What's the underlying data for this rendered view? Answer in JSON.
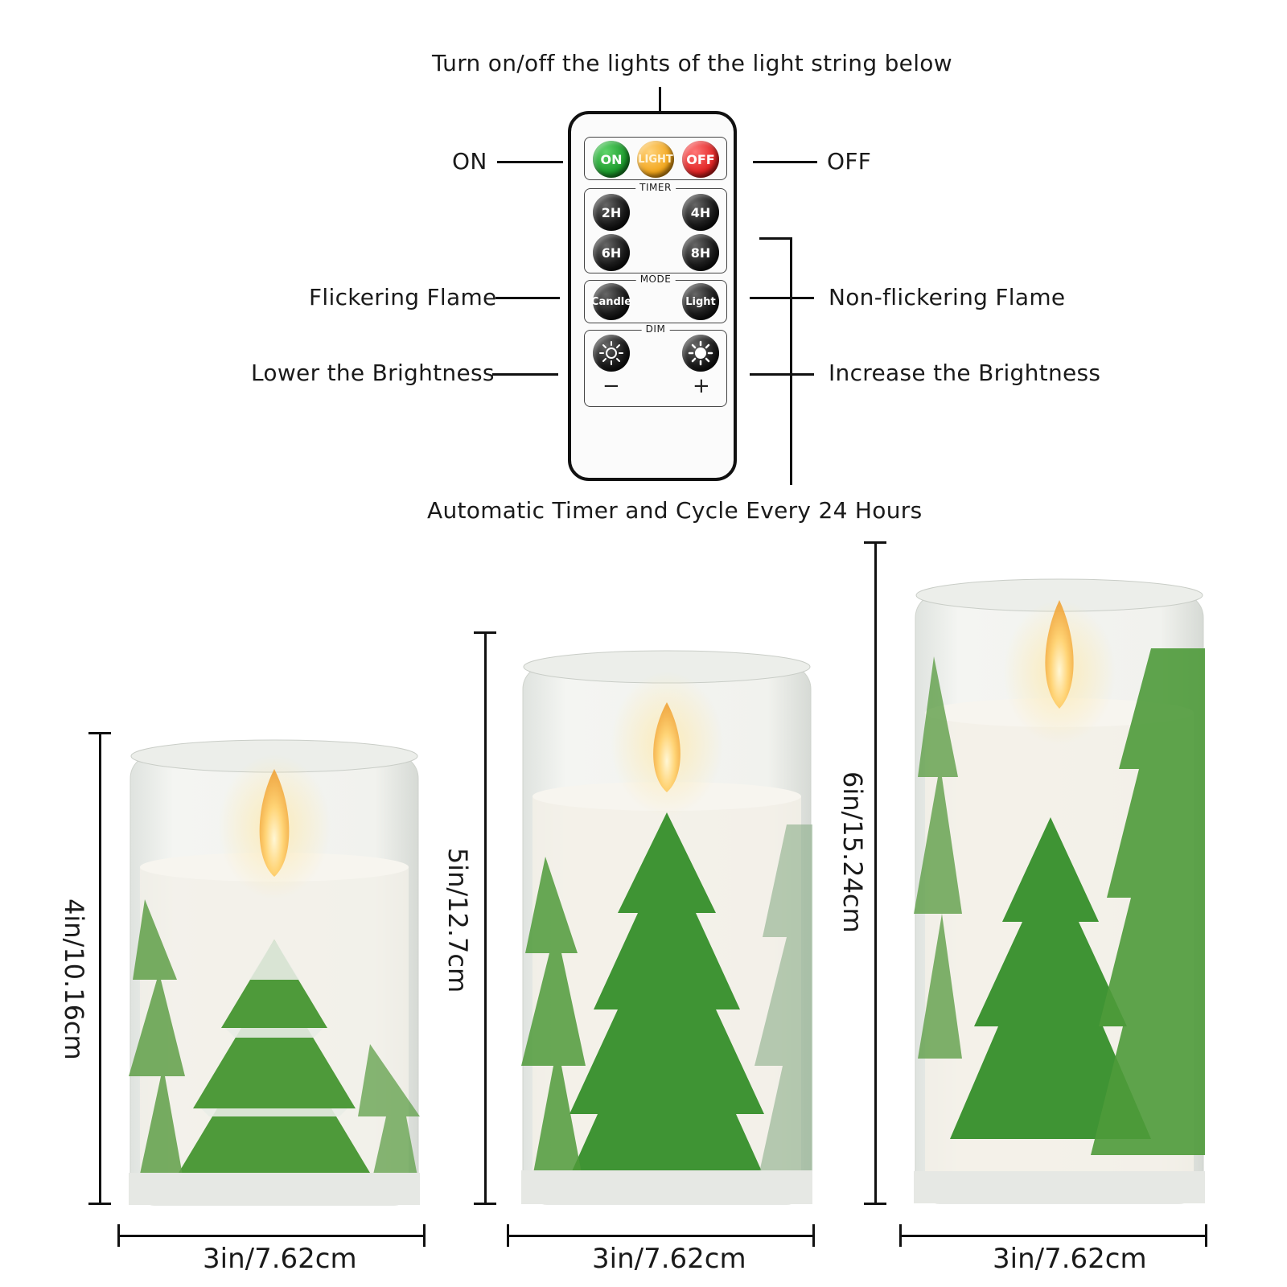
{
  "labels": {
    "top": "Turn on/off the lights of the light string below",
    "on": "ON",
    "off": "OFF",
    "flickering": "Flickering Flame",
    "non_flickering": "Non-flickering Flame",
    "lower": "Lower the Brightness",
    "increase": "Increase the Brightness",
    "timer_cycle": "Automatic Timer and Cycle Every 24 Hours"
  },
  "remote": {
    "power": {
      "on": "ON",
      "light": "LIGHT",
      "off": "OFF"
    },
    "timer": {
      "title": "TIMER",
      "b1": "2H",
      "b2": "4H",
      "b3": "6H",
      "b4": "8H"
    },
    "mode": {
      "title": "MODE",
      "candle": "Candle",
      "light": "Light"
    },
    "dim": {
      "title": "DIM",
      "minus": "−",
      "plus": "+"
    }
  },
  "candles": {
    "small": {
      "height": "4in/10.16cm",
      "width": "3in/7.62cm"
    },
    "medium": {
      "height": "5in/12.7cm",
      "width": "3in/7.62cm"
    },
    "large": {
      "height": "6in/15.24cm",
      "width": "3in/7.62cm"
    }
  },
  "colors": {
    "tree_green": "#4e9a3a",
    "wax": "#f3f0e8",
    "flame": "#ffcc66"
  }
}
